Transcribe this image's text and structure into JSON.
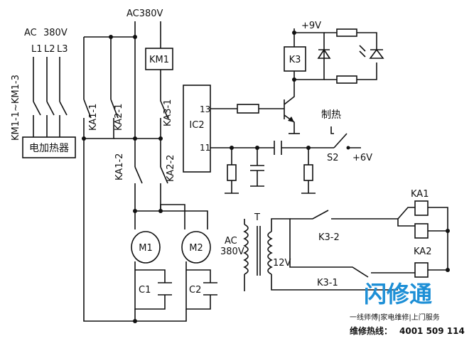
{
  "supply": {
    "left_ac": "AC",
    "left_voltage": "380V",
    "phases": [
      "L1",
      "L2",
      "L3"
    ],
    "top_label": "AC380V"
  },
  "components": {
    "heater_contacts": "KM1-1~KM1-3",
    "heater": "电加热器",
    "ka1_1": "KA1-1",
    "ka2_1": "KA2-1",
    "ka3_1": "KA3-1",
    "ka1_2": "KA1-2",
    "ka2_2": "KA2-2",
    "km1": "KM1",
    "k3": "K3",
    "plus9v": "+9V",
    "ic": "IC2",
    "pin13": "13",
    "pin11": "11",
    "heat_label": "制热",
    "s2": "S2",
    "plus6v": "+6V",
    "m1": "M1",
    "m2": "M2",
    "c1": "C1",
    "c2": "C2",
    "t": "T",
    "trans_ac": "AC",
    "trans_v": "380V",
    "v12": "12V",
    "k3_2": "K3-2",
    "k3_1": "K3-1",
    "ka1": "KA1",
    "ka2": "KA2"
  },
  "watermark": {
    "brand": "闪修通",
    "slogan": "一线师傅|家电维修|上门服务",
    "hotline_label": "维修热线：",
    "hotline_number": "4001 509 114",
    "colors": {
      "brand": "#1d8fd6",
      "hotline": "#e0261b"
    }
  }
}
